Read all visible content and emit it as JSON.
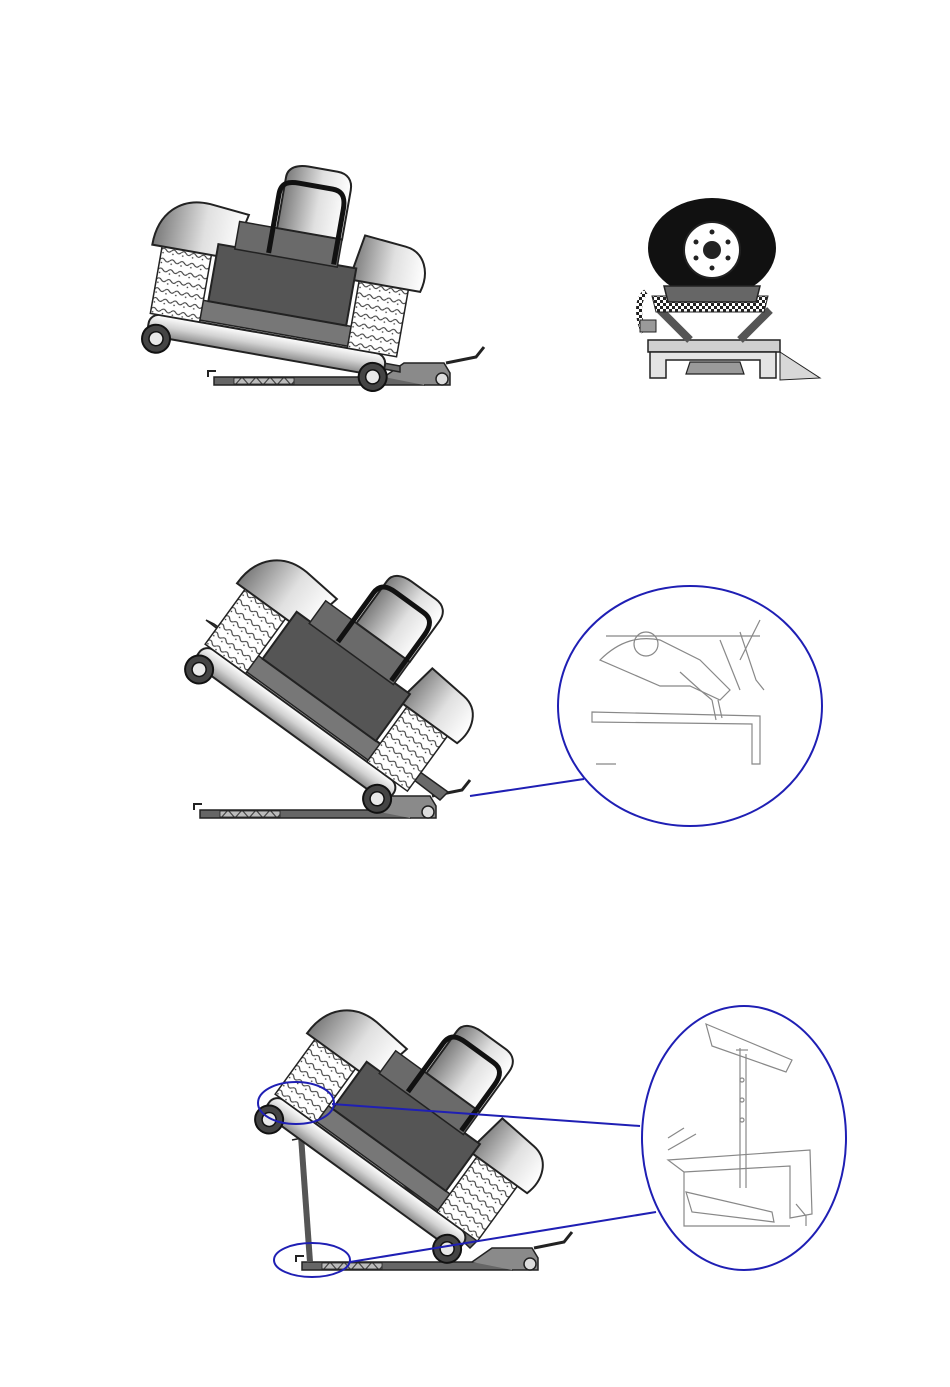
{
  "figure": {
    "panels": [
      {
        "id": "step-1",
        "views": [
          "side-view",
          "rear-view"
        ]
      },
      {
        "id": "step-2",
        "views": [
          "side-view",
          "detail-latch"
        ]
      },
      {
        "id": "step-3",
        "views": [
          "side-view",
          "detail-support-post"
        ]
      }
    ]
  },
  "colors": {
    "callout": "#1f1fb4",
    "body_dark": "#555555",
    "body_mid": "#9a9a9a",
    "body_light": "#e6e6e6",
    "tire": "#111111"
  }
}
